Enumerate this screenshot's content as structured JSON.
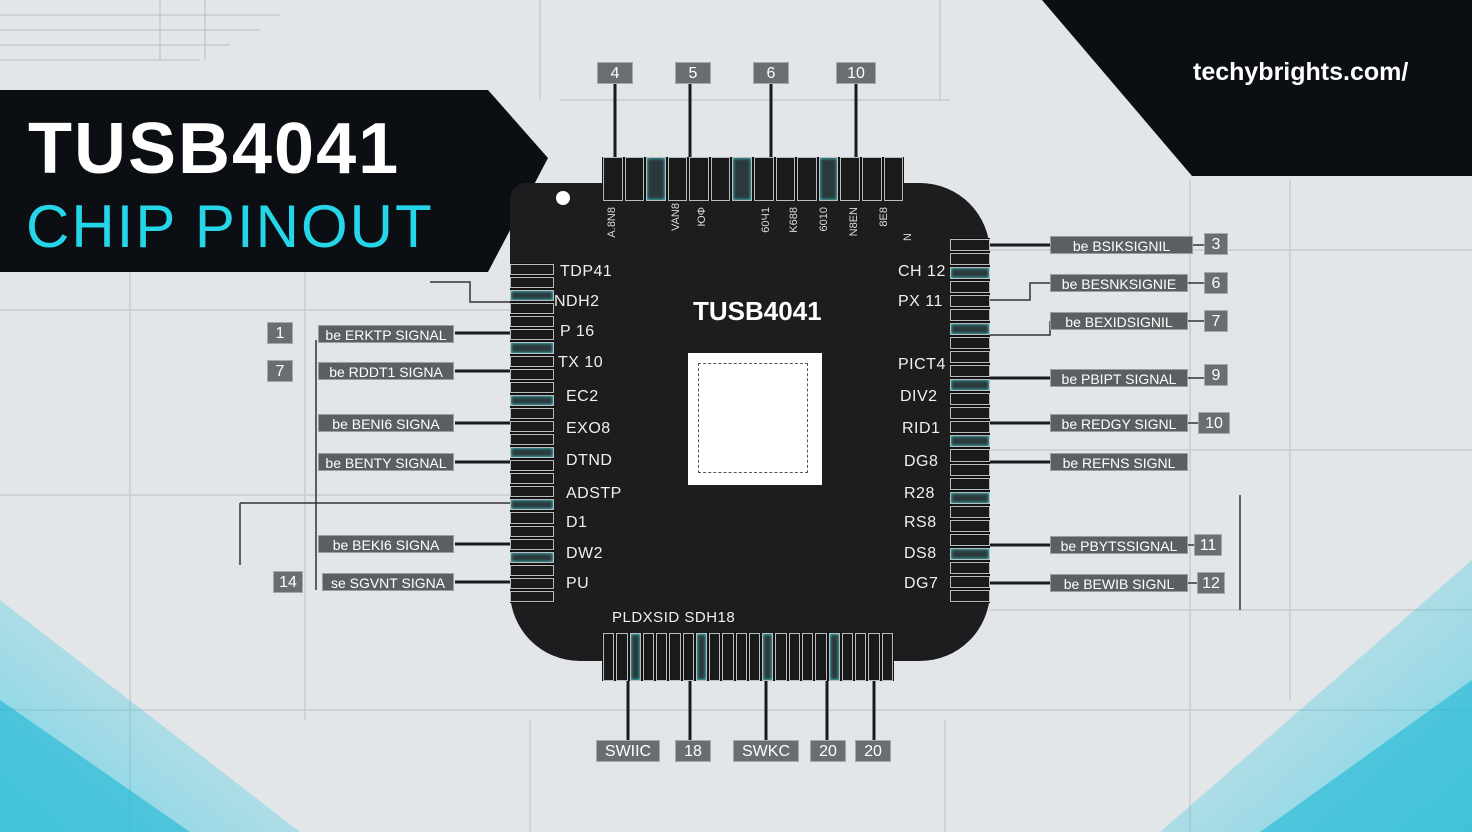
{
  "header": {
    "title_line1": "TUSB4041",
    "title_line2": "CHIP PINOUT",
    "site": "techybrights.com/"
  },
  "chip": {
    "name": "TUSB4041",
    "top_vertical_labels": [
      "A.8N8",
      "VAN8",
      "ЮФ",
      "60Ч1",
      "K688",
      "6010",
      "N8EN",
      "8E8",
      "N"
    ],
    "left_labels": [
      "TDP41",
      "NDH2",
      "P 16",
      "TX 10",
      "EC2",
      "EXO8",
      "DTND",
      "ADSTP",
      "D1",
      "DW2",
      "PU"
    ],
    "right_labels": [
      "CH 12",
      "PX 11",
      "PICT4",
      "DIV2",
      "RID1",
      "DG8",
      "R28",
      "RS8",
      "DS8",
      "DG7"
    ],
    "bottom_label": "PLDXSID SDH18"
  },
  "callouts": {
    "top_numbers": [
      "4",
      "5",
      "6",
      "10"
    ],
    "bottom_tags": [
      "SWIIC",
      "18",
      "SWKC",
      "20",
      "20"
    ],
    "left_numbers": [
      "1",
      "7",
      "14"
    ],
    "left_tags": [
      "be ERKTP SIGNAL",
      "be RDDT1 SIGNA",
      "be BENI6 SIGNA",
      "be BENTY SIGNAL",
      "be BEKI6 SIGNA",
      "se SGVNT SIGNA"
    ],
    "right_numbers": [
      "3",
      "6",
      "7",
      "9",
      "10",
      "11",
      "12"
    ],
    "right_tags": [
      "be BSIKSIGNIL",
      "be BESNKSIGNIE",
      "be BEXIDSIGNIL",
      "be PBIPT SIGNAL",
      "be REDGY SIGNL",
      "be REFNS SIGNL",
      "be PBYTSSIGNAL",
      "be BEWIB SIGNL"
    ]
  },
  "colors": {
    "accent": "#25d6e8",
    "background": "#e3e6e9",
    "chip": "#1d1d1f",
    "banner": "#0b0e12"
  }
}
